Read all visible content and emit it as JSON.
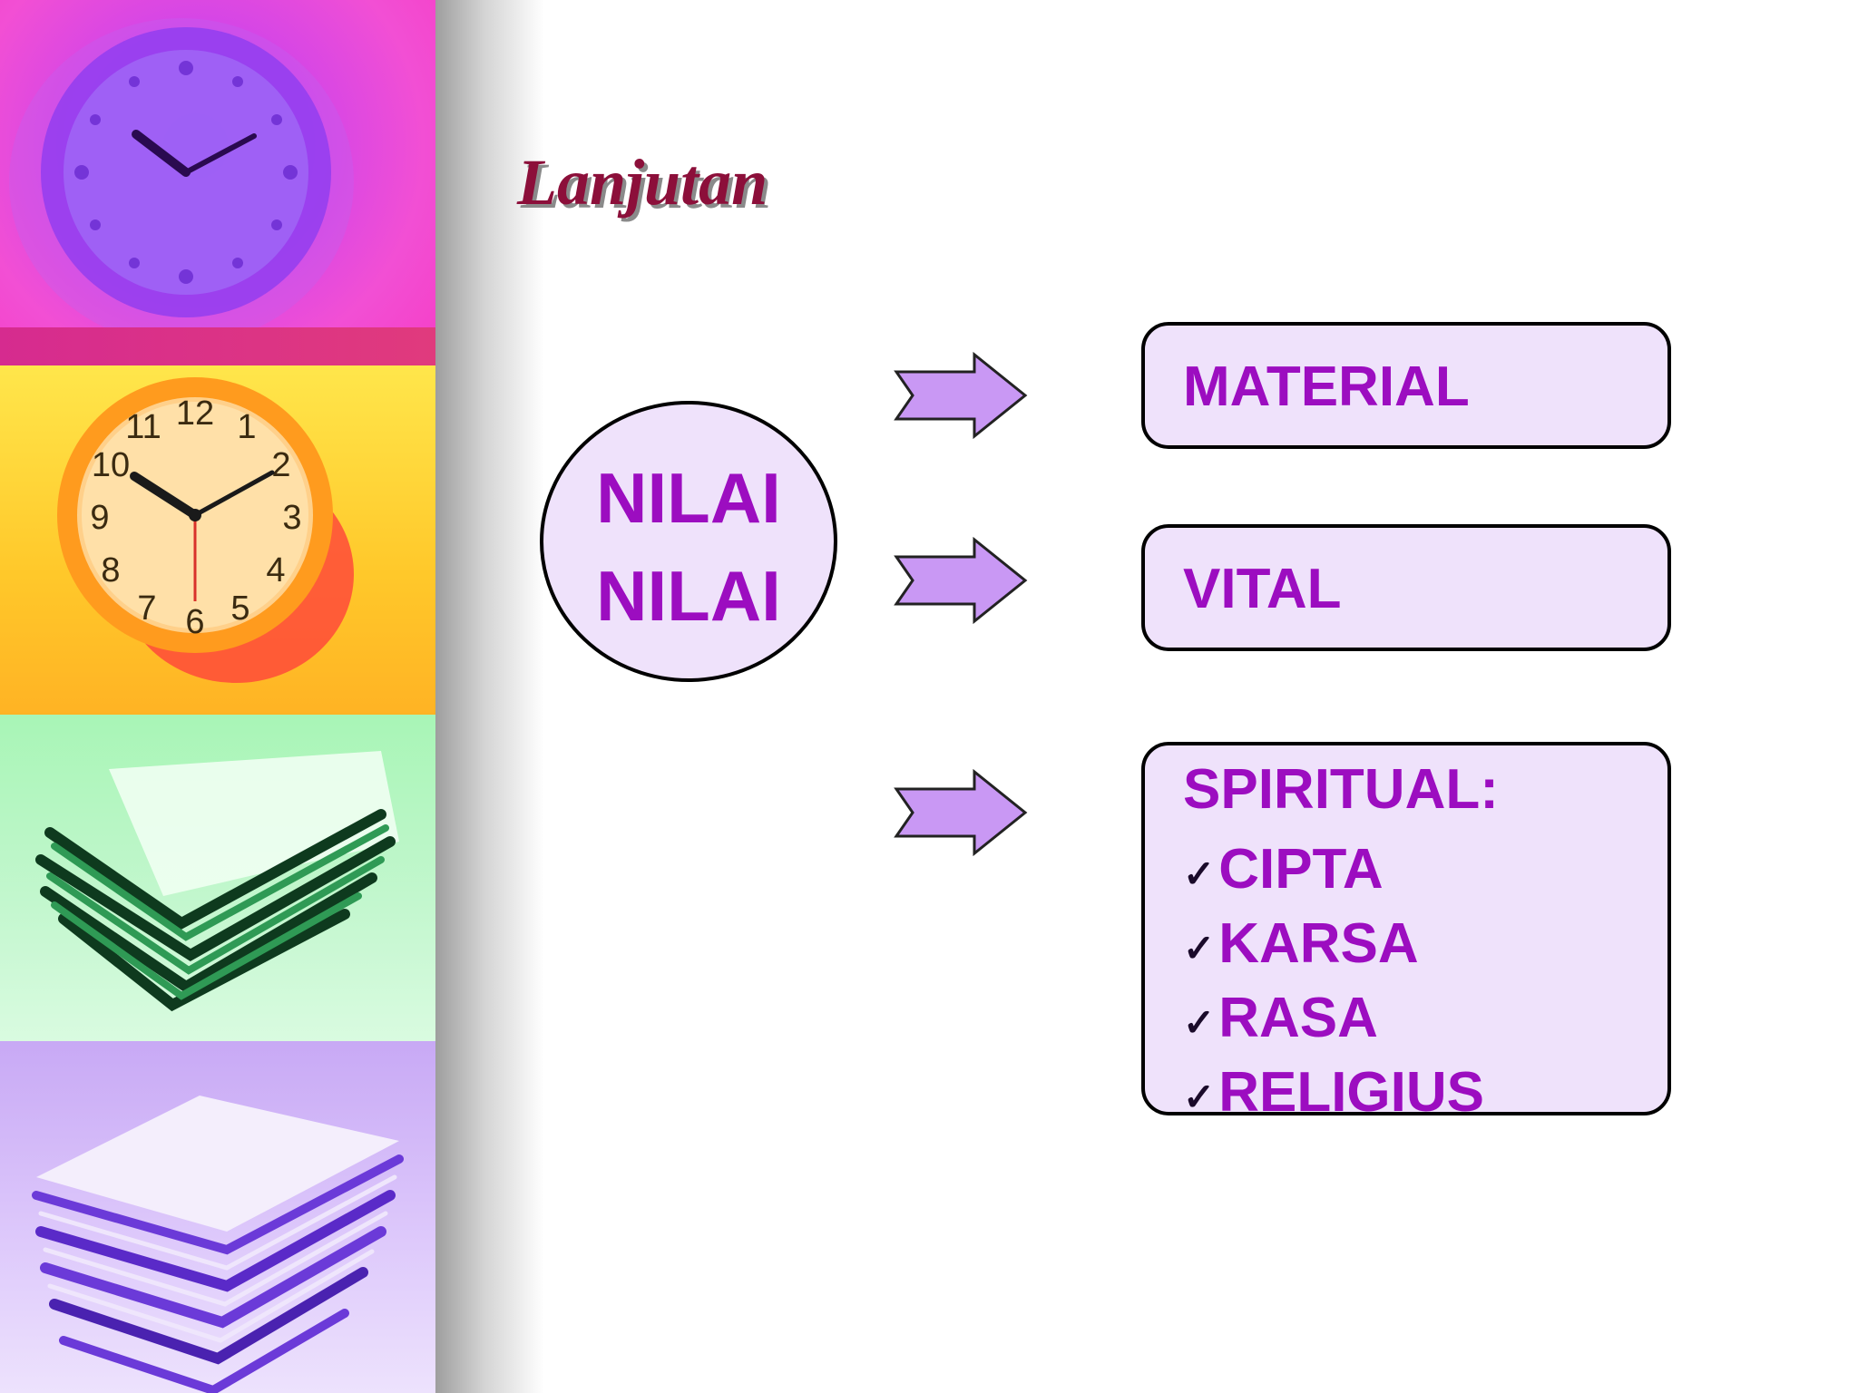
{
  "slide": {
    "title": "Lanjutan"
  },
  "diagram": {
    "center": {
      "lines": [
        "NILAI",
        "NILAI"
      ]
    },
    "branches": [
      {
        "label": "MATERIAL"
      },
      {
        "label": "VITAL"
      },
      {
        "label": "SPIRITUAL:",
        "items": [
          "CIPTA",
          "KARSA",
          "RASA",
          "RELIGIUS"
        ]
      }
    ],
    "check_glyph": "✓"
  },
  "colors": {
    "title": "#8c0f3a",
    "text_accent": "#9c0dc0",
    "box_fill": "#efe2fb",
    "arrow_fill": "#c998f4"
  },
  "side_images": [
    {
      "icon": "clock-icon"
    },
    {
      "icon": "clock-icon"
    },
    {
      "icon": "books-icon"
    },
    {
      "icon": "books-icon"
    }
  ]
}
